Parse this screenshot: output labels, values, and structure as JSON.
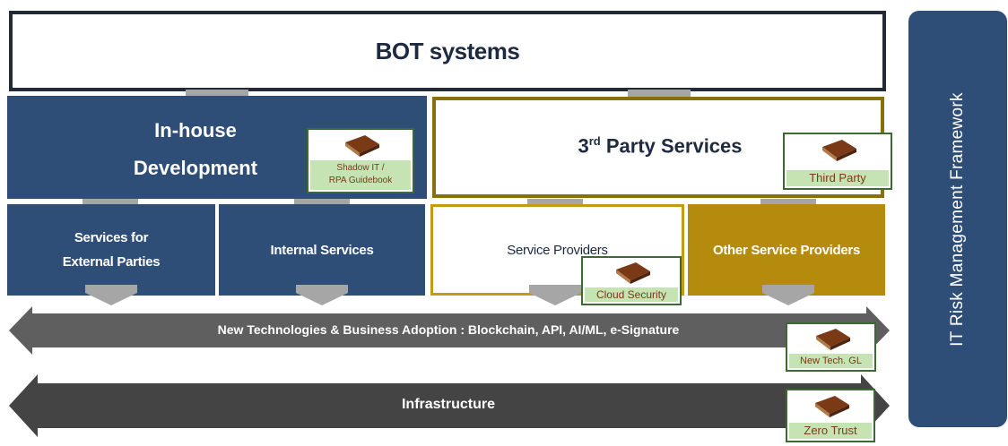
{
  "top": {
    "label": "BOT systems"
  },
  "inhouse": {
    "line1": "In-house",
    "line2": "Development"
  },
  "third_party": {
    "label_main": "3",
    "label_sup": "rd",
    "label_rest": " Party Services"
  },
  "sub_services": {
    "external_line1": "Services for",
    "external_line2": "External Parties",
    "internal": "Internal Services",
    "providers": "Service Providers",
    "other": "Other Service Providers"
  },
  "bands": {
    "tech": "New Technologies & Business Adoption : Blockchain, API, AI/ML, e-Signature",
    "infra": "Infrastructure"
  },
  "side_panel": {
    "label": "IT Risk Management Framework"
  },
  "guidebooks": {
    "shadow_it_line1": "Shadow IT /",
    "shadow_it_line2": "RPA Guidebook",
    "third_party": "Third Party",
    "cloud_security": "Cloud Security",
    "new_tech": "New Tech. GL",
    "zero_trust": "Zero Trust"
  },
  "colors": {
    "navy": "#2e4d77",
    "gold": "#b58b0e",
    "gray_arrow": "#5f5f5f",
    "dark_band": "#444444",
    "label_green": "#c6e3b4"
  }
}
